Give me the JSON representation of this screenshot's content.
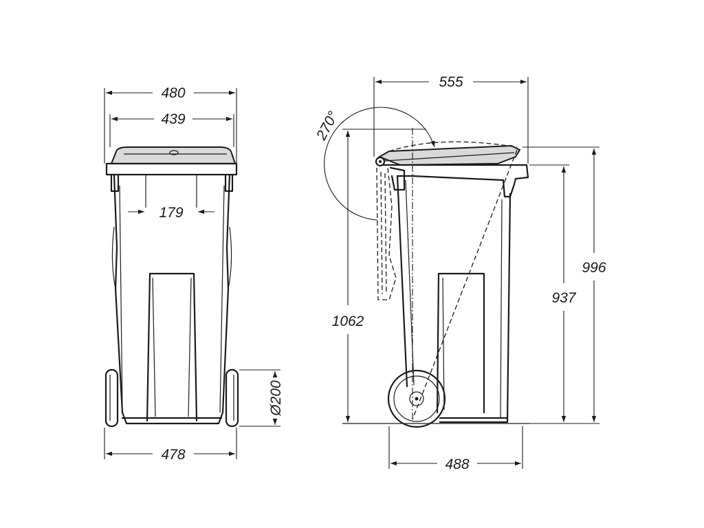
{
  "front_view": {
    "lid_width": "480",
    "inner_width": "439",
    "handle_spacing": "179",
    "wheel_diameter": "Ø200",
    "base_width": "478"
  },
  "side_view": {
    "depth": "555",
    "lid_angle": "270°",
    "open_height": "1062",
    "rim_height": "937",
    "total_height": "996",
    "wheel_base": "488"
  }
}
